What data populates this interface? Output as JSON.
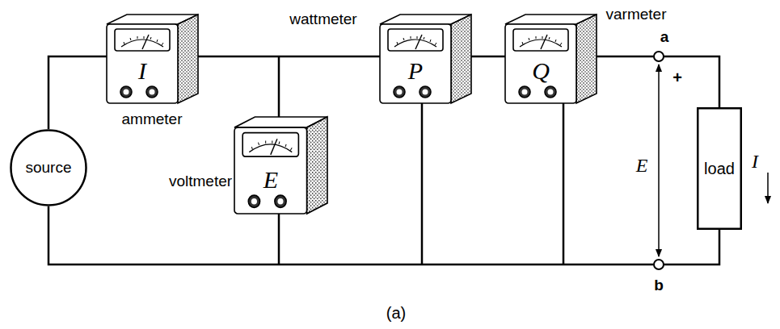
{
  "diagram": {
    "caption": "(a)",
    "nodes": [
      {
        "text": [
          "source"
        ]
      },
      {
        "text": [
          "I",
          "ammeter"
        ]
      },
      {
        "text": [
          "voltmeter",
          "E"
        ]
      },
      {
        "text": [
          "wattmeter",
          "P"
        ]
      },
      {
        "text": [
          "varmeter",
          "Q"
        ]
      },
      {
        "text": [
          "load"
        ]
      }
    ],
    "edges": [
      {
        "from": 0,
        "to": 1,
        "arrow": "none"
      },
      {
        "from": 1,
        "to": 3,
        "arrow": "none"
      },
      {
        "from": 3,
        "to": 4,
        "arrow": "none"
      },
      {
        "from": 4,
        "to": 5,
        "arrow": "none"
      },
      {
        "from": 5,
        "to": 0,
        "arrow": "none"
      }
    ],
    "labels": [
      "a",
      "+",
      "E",
      "b",
      "I"
    ]
  }
}
